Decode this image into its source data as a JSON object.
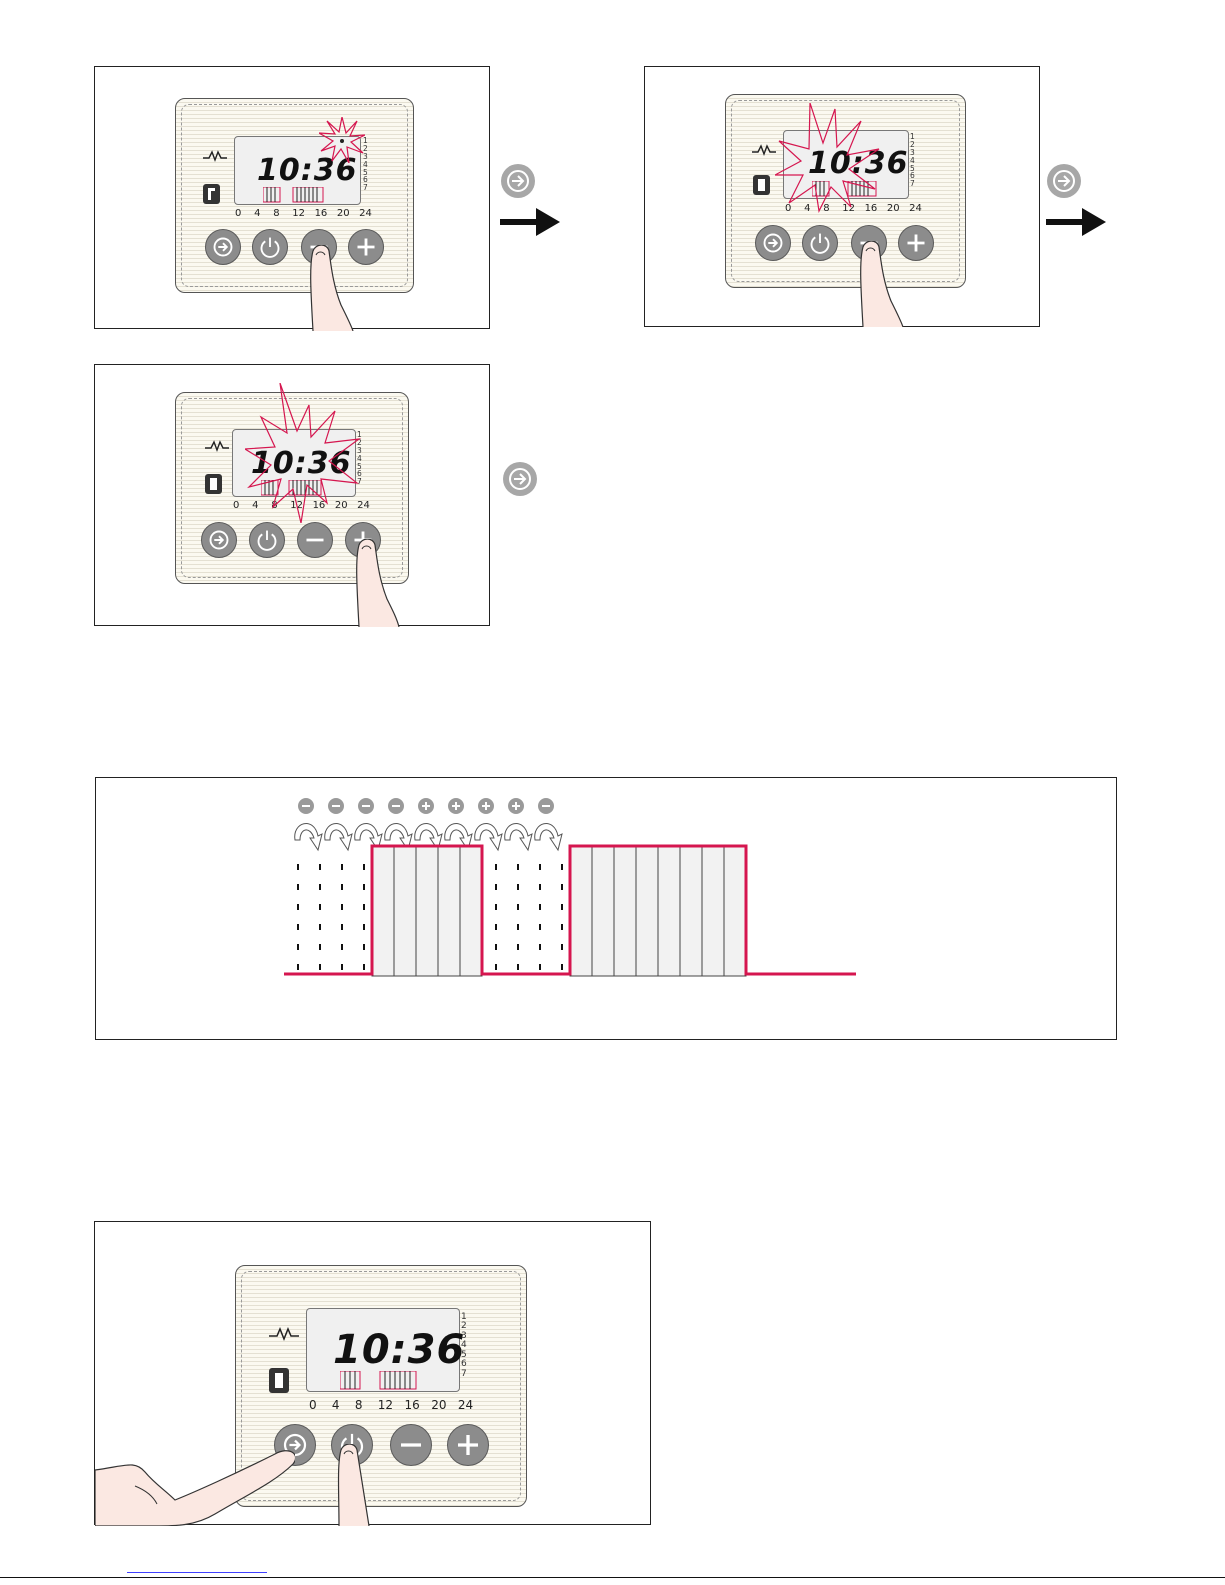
{
  "colors": {
    "accent": "#d5164f",
    "button_grey": "#8c8c8c",
    "next_icon_grey": "#a7a7a7",
    "panel_cream": "#fbf9f0"
  },
  "display": {
    "time": "10:36",
    "hours_scale": [
      "0",
      "4",
      "8",
      "12",
      "16",
      "20",
      "24"
    ],
    "days": [
      "1",
      "2",
      "3",
      "4",
      "5",
      "6",
      "7"
    ]
  },
  "buttons": {
    "mode_icon": "arrow-right-circle-icon",
    "power_icon": "power-icon",
    "minus_icon": "minus-icon",
    "plus_icon": "plus-icon"
  },
  "steps": [
    {
      "step": 1,
      "pressed_button": "minus",
      "flash": "day-indicator"
    },
    {
      "step": 2,
      "pressed_button": "minus",
      "flash": "time-program"
    },
    {
      "step": 3,
      "pressed_button": "plus",
      "flash": "time-program"
    },
    {
      "step": 4,
      "pressed_button": "mode+power",
      "flash": "none"
    }
  ],
  "timeline": {
    "press_sequence": [
      "minus",
      "minus",
      "minus",
      "minus",
      "plus",
      "plus",
      "plus",
      "plus",
      "minus"
    ],
    "legend_icon": "rotate-arrow-icon"
  },
  "chart_data": {
    "type": "step-profile",
    "segments": [
      {
        "state": "off",
        "slots": 4
      },
      {
        "state": "on",
        "slots": 5
      },
      {
        "state": "off",
        "slots": 4
      },
      {
        "state": "on",
        "slots": 8
      },
      {
        "state": "off",
        "slots": 5
      }
    ]
  }
}
